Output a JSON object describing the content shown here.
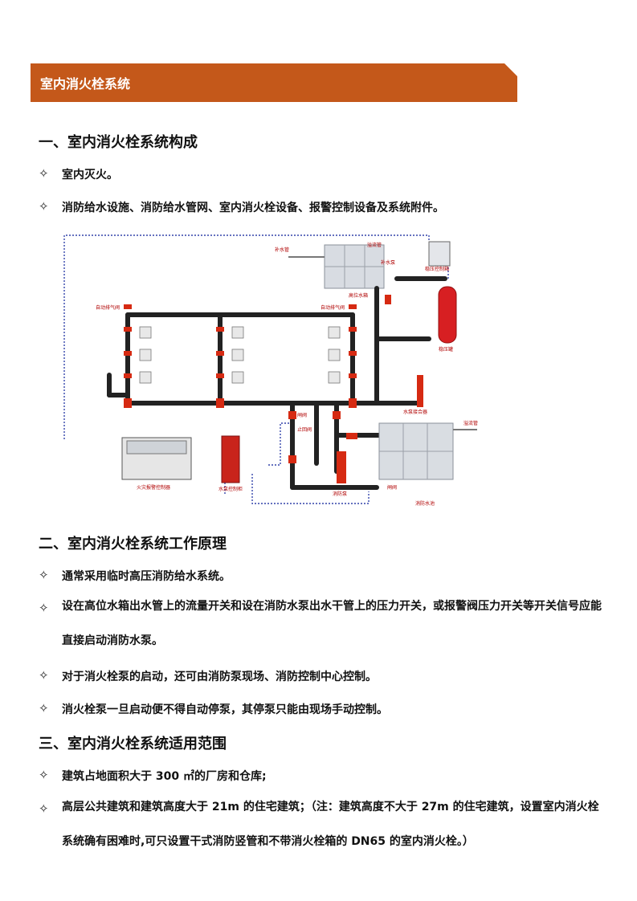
{
  "banner": {
    "title": "室内消火栓系统"
  },
  "sections": [
    {
      "heading": "一、室内消火栓系统构成"
    },
    {
      "heading": "二、室内消火栓系统工作原理"
    },
    {
      "heading": "三、室内消火栓系统适用范围"
    }
  ],
  "bullet_symbol": "✧",
  "section1": {
    "items": [
      "室内灭火。",
      "消防给水设施、消防给水管网、室内消火栓设备、报警控制设备及系统附件。"
    ]
  },
  "diagram": {
    "labels": {
      "refill_pipe": "补水管",
      "overflow_pipe_top": "溢流管",
      "refill_pump": "补水泵",
      "stabilizer_cabinet": "稳压控制箱",
      "high_tank": "高位水箱",
      "auto_vent_left": "自动排气阀",
      "auto_vent_right": "自动排气阀",
      "stabilizer_tank": "稳压罐",
      "pump_adapter": "水泵接合器",
      "gate_valve_a": "闸阀",
      "check_valve": "止回阀",
      "overflow_pipe_right": "溢流管",
      "fire_alarm_controller": "火灾报警控制器",
      "pump_control_cabinet": "水泵控制柜",
      "fire_pump": "消防泵",
      "gate_valve_b": "闸阀",
      "fire_pool": "消防水池"
    }
  },
  "section2": {
    "items": [
      "通常采用临时高压消防给水系统。",
      "设在高位水箱出水管上的流量开关和设在消防水泵出水干管上的压力开关，或报警阀压力开关等开关信号应能直接启动消防水泵。",
      "对于消火栓泵的启动，还可由消防泵现场、消防控制中心控制。",
      "消火栓泵一旦启动便不得自动停泵，其停泵只能由现场手动控制。"
    ]
  },
  "section3": {
    "items": [
      "建筑占地面积大于 300 ㎡的厂房和仓库;",
      "高层公共建筑和建筑高度大于 21m 的住宅建筑；（注：建筑高度不大于 27m 的住宅建筑，设置室内消火栓系统确有困难时,可只设置干式消防竖管和不带消火栓箱的 DN65 的室内消火栓。）"
    ]
  }
}
